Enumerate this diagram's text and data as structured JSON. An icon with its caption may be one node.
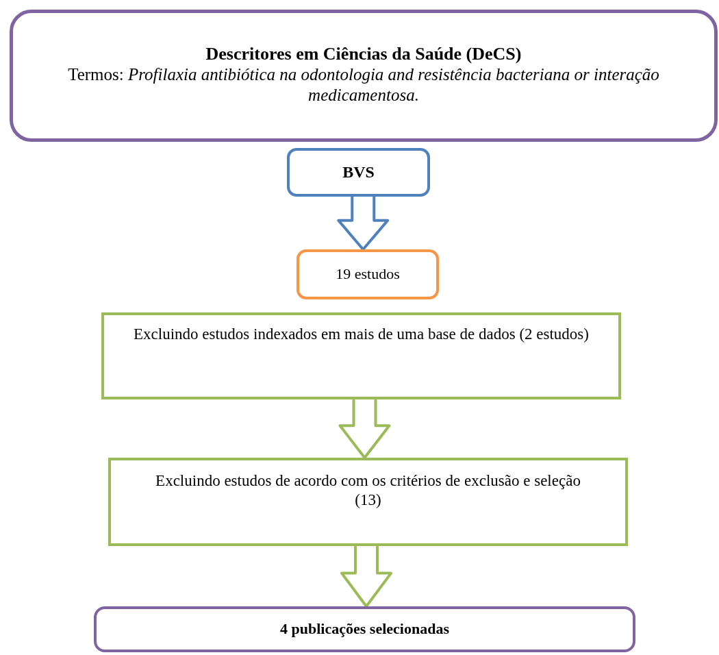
{
  "diagram": {
    "nodes": [
      {
        "text": [
          "Descritores em Ciências da Saúde (DeCS)",
          "Termos: *Profilaxia antibiótica na odontologia and resistência bacteriana or interação medicamentosa.*"
        ]
      },
      {
        "text": [
          "BVS"
        ]
      },
      {
        "text": [
          "19 estudos"
        ]
      },
      {
        "text": [
          "Excluindo estudos indexados em mais de uma base de dados (2 estudos)"
        ]
      },
      {
        "text": [
          "Excluindo estudos de acordo com os critérios de exclusão e seleção",
          "(13)"
        ]
      },
      {
        "text": [
          "4 publicações selecionadas"
        ]
      }
    ],
    "edges": [
      {
        "from": 1,
        "to": 2,
        "arrow": "to",
        "color": "#4f81bd"
      },
      {
        "from": 3,
        "to": 4,
        "arrow": "to"
      },
      {
        "from": 4,
        "to": 5,
        "arrow": "to"
      }
    ]
  }
}
